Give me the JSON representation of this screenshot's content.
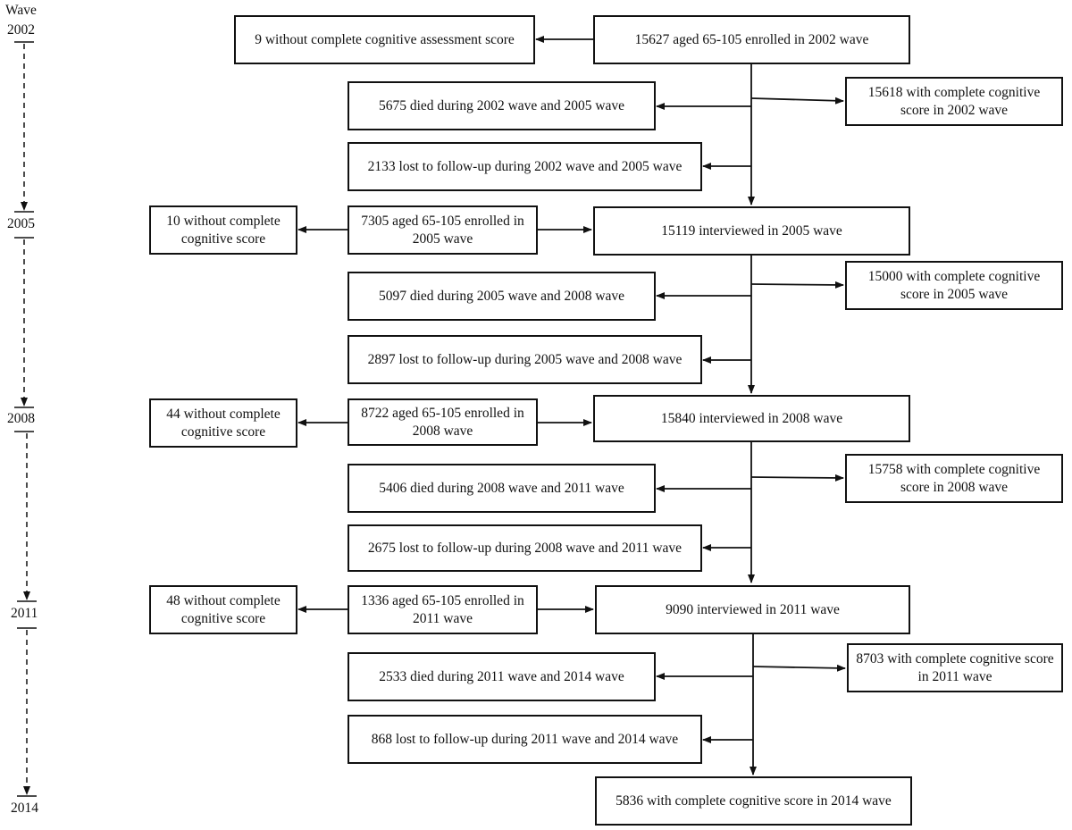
{
  "timeline": {
    "header": "Wave",
    "years": [
      "2002",
      "2005",
      "2008",
      "2011",
      "2014"
    ]
  },
  "boxes": {
    "no_assess_2002": "9 without complete cognitive assessment score",
    "enrolled_2002": "15627 aged 65-105 enrolled in 2002 wave",
    "died_02_05": "5675 died during 2002 wave and 2005 wave",
    "complete_2002": "15618 with complete cognitive score in 2002 wave",
    "lost_02_05": "2133 lost to follow-up during 2002 wave and 2005 wave",
    "no_score_2005": "10 without complete cognitive score",
    "new_2005": "7305 aged 65-105 enrolled in 2005 wave",
    "interviewed_2005": "15119 interviewed in 2005 wave",
    "died_05_08": "5097 died during 2005 wave and 2008 wave",
    "complete_2005": "15000 with complete cognitive score in 2005 wave",
    "lost_05_08": "2897 lost to follow-up during 2005 wave and 2008 wave",
    "no_score_2008": "44 without complete cognitive score",
    "new_2008": "8722 aged 65-105 enrolled in 2008 wave",
    "interviewed_2008": "15840 interviewed in 2008 wave",
    "died_08_11": "5406 died during 2008 wave and 2011 wave",
    "complete_2008": "15758 with complete cognitive score in 2008 wave",
    "lost_08_11": "2675 lost to follow-up during 2008 wave and 2011 wave",
    "no_score_2011": "48 without complete cognitive score",
    "new_2011": "1336 aged 65-105 enrolled in 2011 wave",
    "interviewed_2011": "9090 interviewed in 2011 wave",
    "died_11_14": "2533 died during 2011 wave and 2014 wave",
    "complete_2011": "8703 with complete cognitive score in 2011 wave",
    "lost_11_14": "868 lost to follow-up during 2011 wave and 2014 wave",
    "complete_2014": "5836 with complete cognitive score in 2014 wave"
  }
}
